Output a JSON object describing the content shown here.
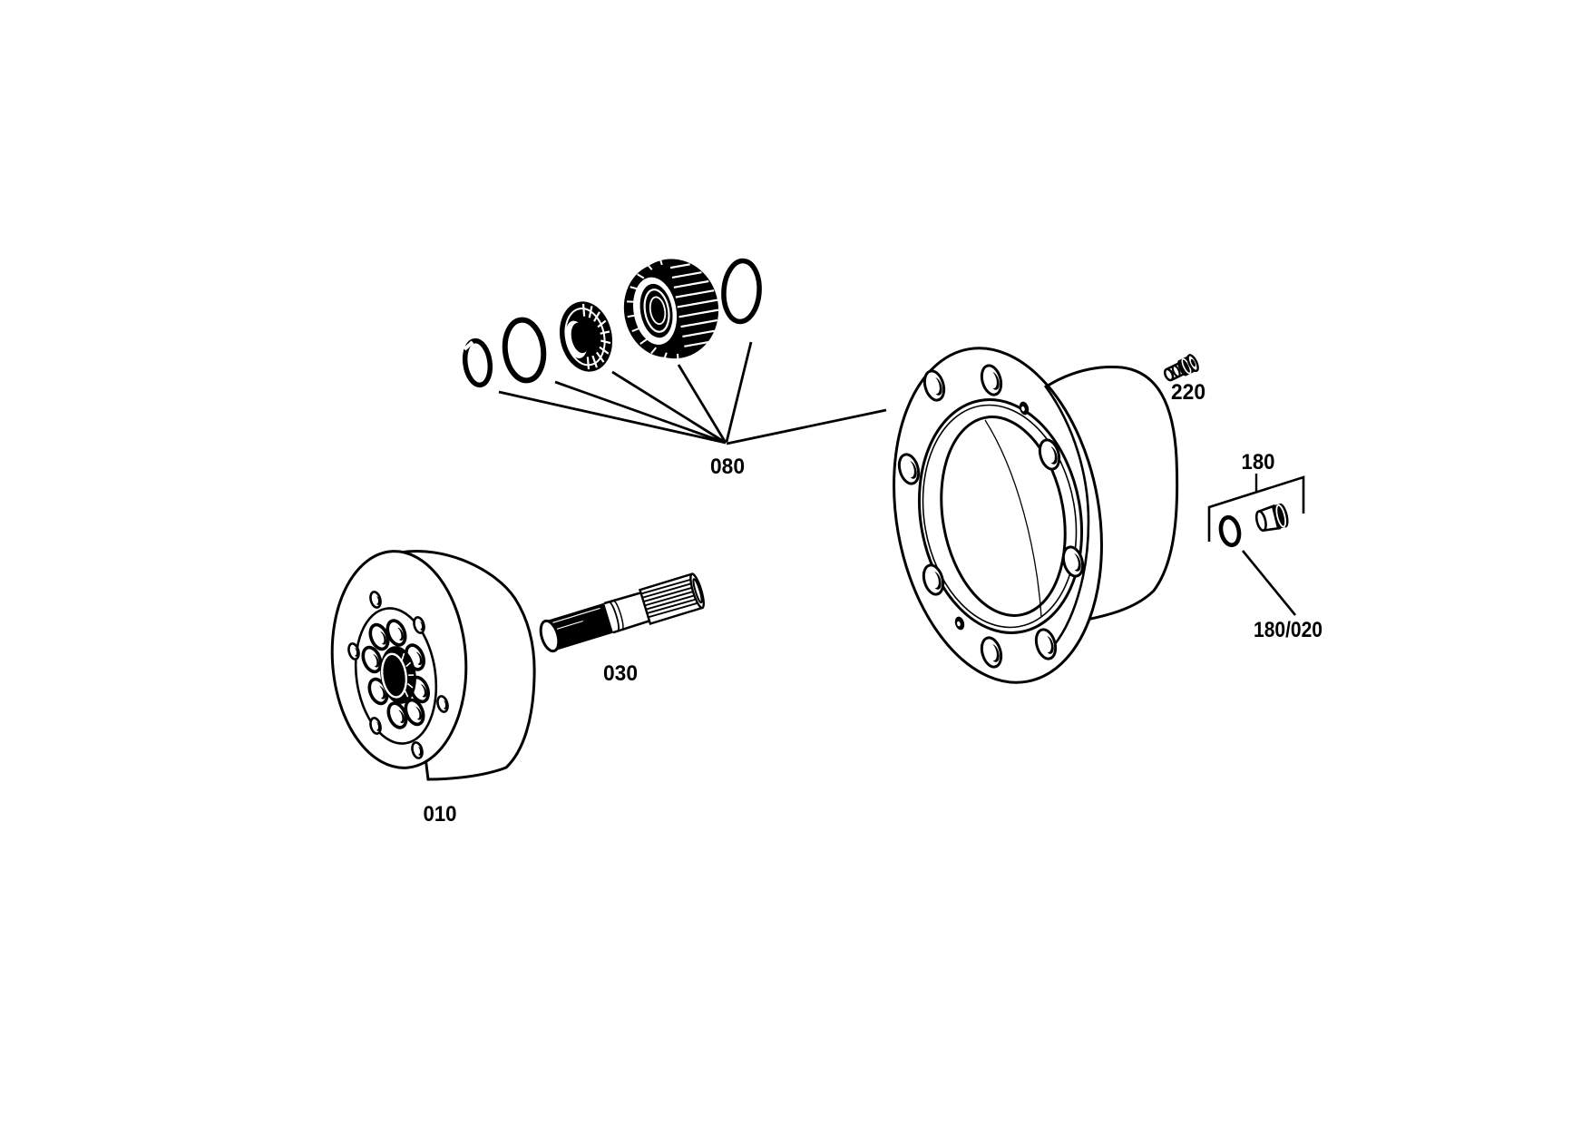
{
  "page": {
    "background": "#ffffff",
    "stroke_color": "#000000"
  },
  "labels": {
    "gear_bearing_group": "080",
    "screw": "220",
    "bush_kit": "180",
    "bush_kit_item": "180/020",
    "sun_shaft": "030",
    "planet_carrier": "010"
  }
}
